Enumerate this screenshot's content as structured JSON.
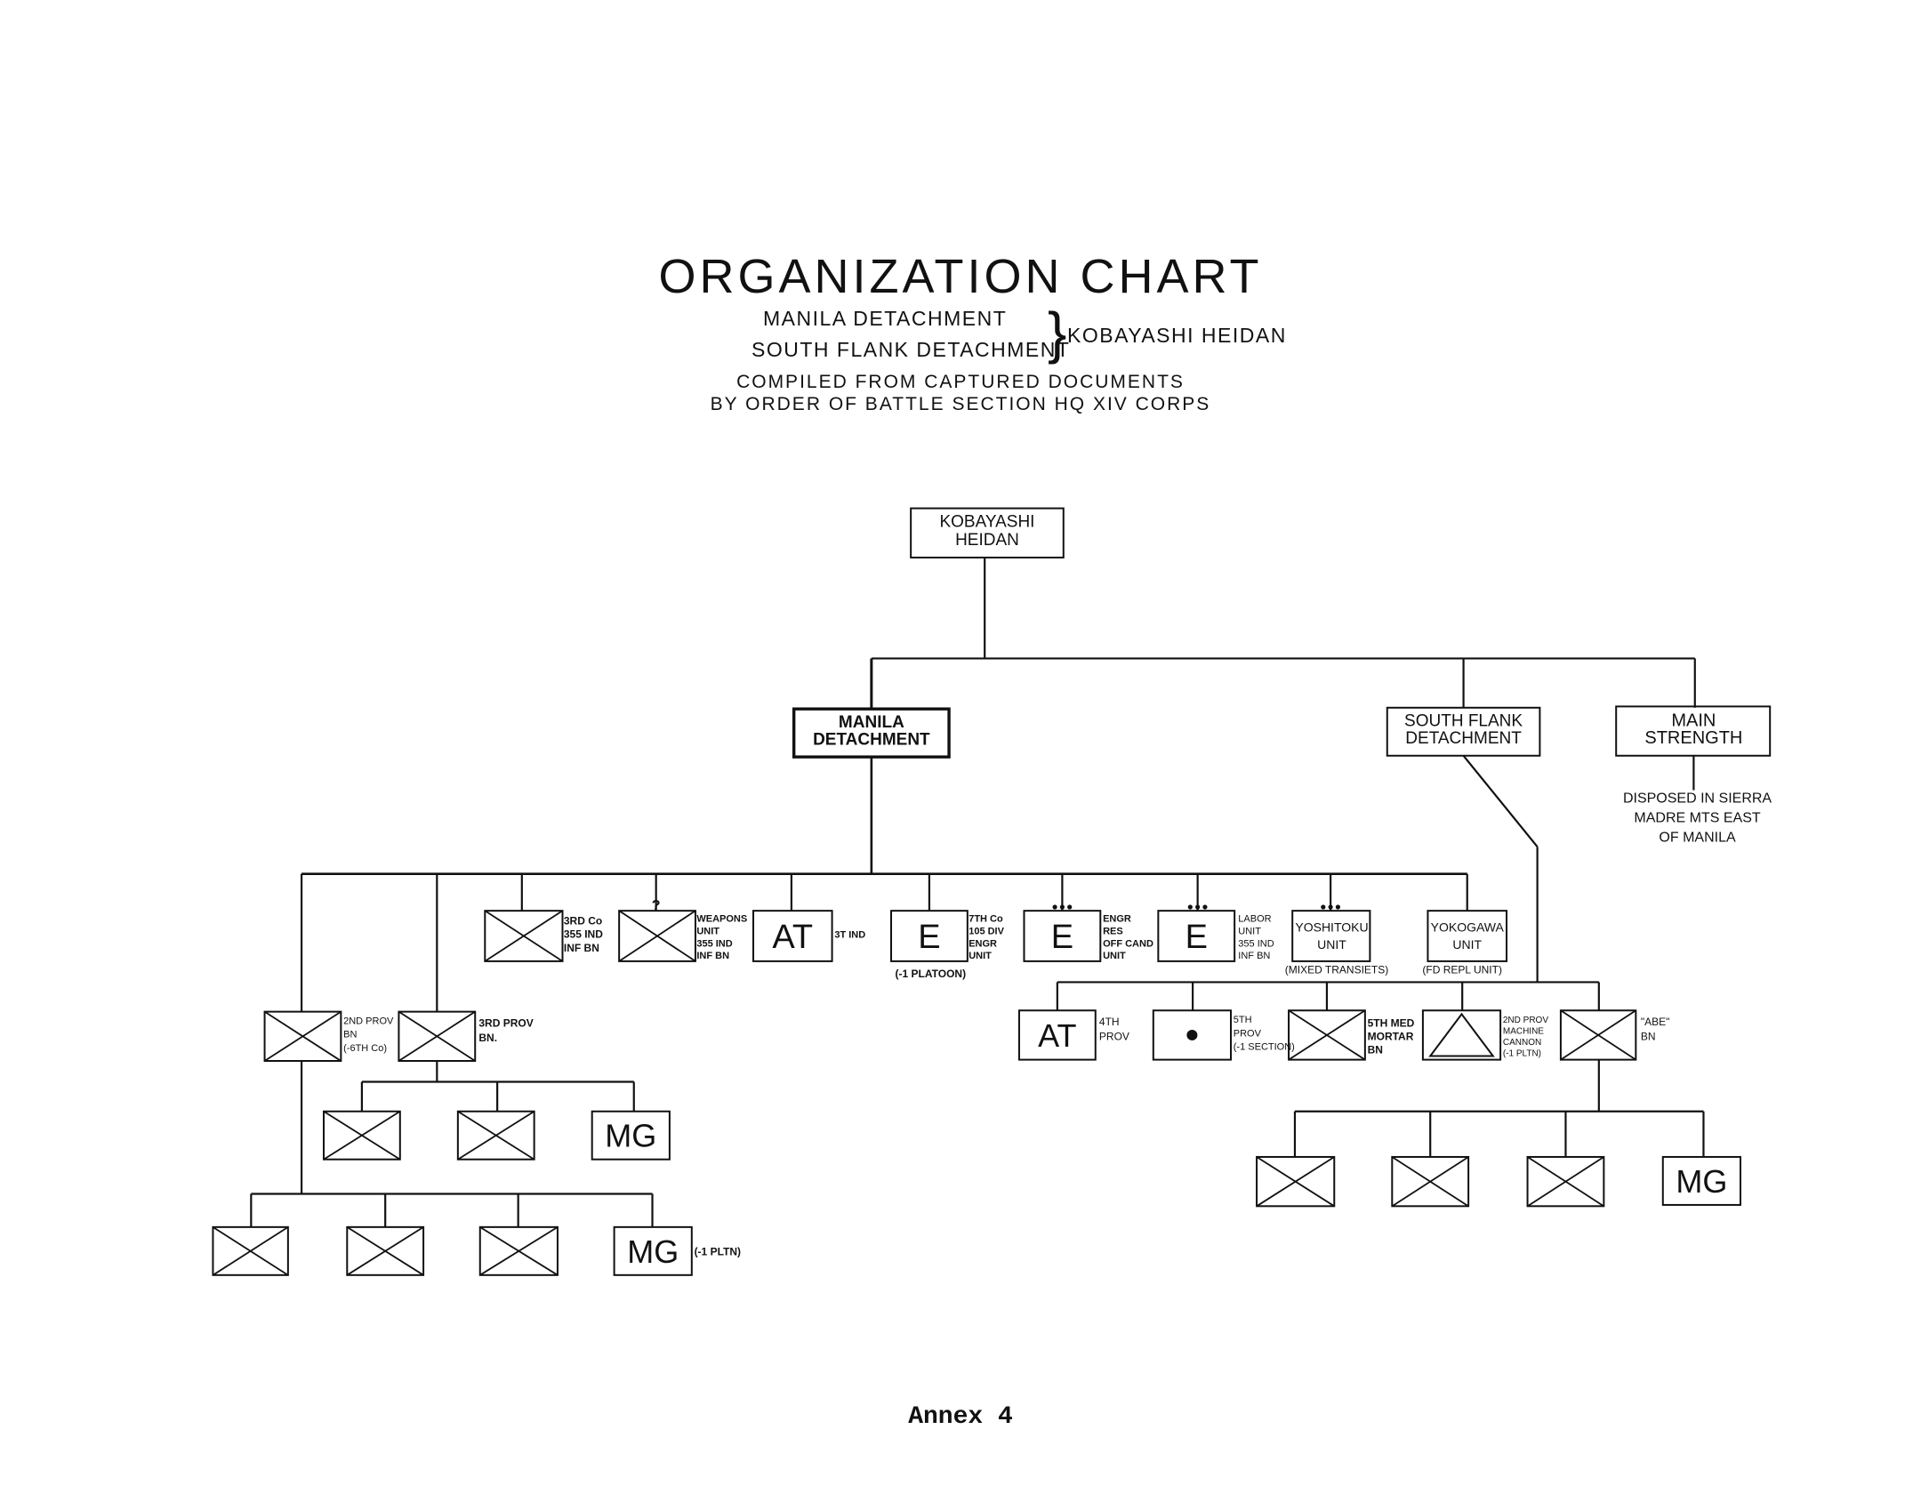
{
  "header": {
    "title": "ORGANIZATION CHART",
    "detachment_1": "MANILA DETACHMENT",
    "detachment_2": "SOUTH FLANK DETACHMENT",
    "parent": "KOBAYASHI HEIDAN",
    "compiled_line_1": "COMPILED FROM CAPTURED DOCUMENTS",
    "compiled_line_2": "BY ORDER OF BATTLE SECTION HQ XIV CORPS"
  },
  "footer": {
    "annex": "Annex 4"
  },
  "nodes": {
    "kobayashi": [
      "KOBAYASHI",
      "HEIDAN"
    ],
    "manila": [
      "MANILA",
      "DETACHMENT"
    ],
    "south_flank": [
      "SOUTH FLANK",
      "DETACHMENT"
    ],
    "main_strength": [
      "MAIN",
      "STRENGTH"
    ],
    "main_strength_note": [
      "DISPOSED IN SIERRA",
      "MADRE MTS EAST",
      "OF MANILA"
    ]
  },
  "manila_units": {
    "third_co": [
      "3RD Co",
      "355 IND",
      "INF BN"
    ],
    "weapons_mark": "?",
    "weapons": [
      "WEAPONS",
      "UNIT",
      "355 IND",
      "INF BN"
    ],
    "at_symbol": "AT",
    "at_label": "3T IND",
    "e1_symbol": "E",
    "e1_label": [
      "7TH Co",
      "105 DIV",
      "ENGR",
      "UNIT"
    ],
    "e1_note": "(-1 PLATOON)",
    "e2_symbol": "E",
    "e2_label": [
      "ENGR",
      "RES",
      "OFF CAND",
      "UNIT"
    ],
    "e3_symbol": "E",
    "e3_label": [
      "LABOR",
      "UNIT",
      "355 IND",
      "INF BN"
    ],
    "yoshitoku": [
      "YOSHITOKU",
      "UNIT"
    ],
    "yoshitoku_note": "(MIXED TRANSIETS)",
    "yokogawa": [
      "YOKOGAWA",
      "UNIT"
    ],
    "yokogawa_note": "(FD REPL UNIT)",
    "prov_bn_2": [
      "2ND PROV",
      "BN",
      "(-6TH Co)"
    ],
    "prov_bn_3": [
      "3RD PROV",
      "BN."
    ],
    "mg": "MG",
    "mg_note": "(-1 PLTN)"
  },
  "south_units": {
    "at_symbol": "AT",
    "at_label": [
      "4TH",
      "PROV"
    ],
    "prov5_label": [
      "5TH",
      "PROV",
      "(-1 SECTION)"
    ],
    "mortar_label": [
      "5TH MED",
      "MORTAR",
      "BN"
    ],
    "cannon_label": [
      "2ND PROV",
      "MACHINE",
      "CANNON",
      "(-1 PLTN)"
    ],
    "abe_label": [
      "\"ABE\"",
      "BN"
    ],
    "mg": "MG"
  }
}
